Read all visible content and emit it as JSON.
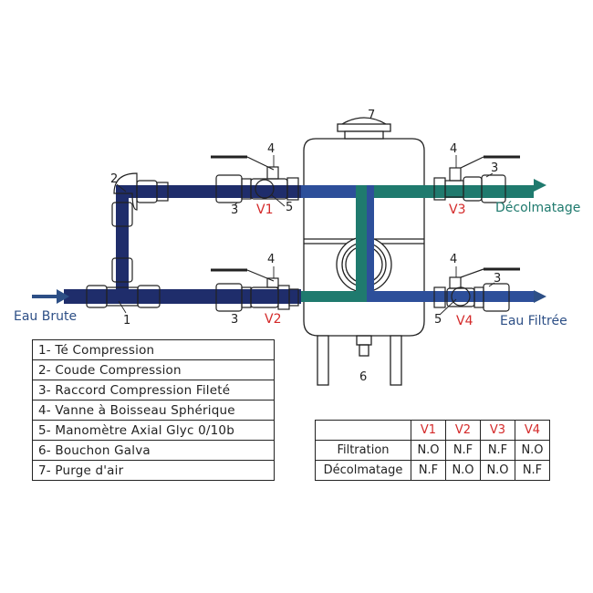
{
  "labels": {
    "eau_brute": "Eau Brute",
    "eau_filtree": "Eau Filtrée",
    "decolmatage": "Décolmatage",
    "v1": "V1",
    "v2": "V2",
    "v3": "V3",
    "v4": "V4",
    "n1": "1",
    "n2": "2",
    "n3a": "3",
    "n3b": "3",
    "n3c": "3",
    "n3d": "3",
    "n4a": "4",
    "n4b": "4",
    "n4c": "4",
    "n4d": "4",
    "n5a": "5",
    "n5b": "5",
    "n6": "6",
    "n7": "7"
  },
  "legend": [
    "1- Té Compression",
    "2- Coude Compression",
    "3- Raccord Compression Fileté",
    "4- Vanne à Boisseau Sphérique",
    "5- Manomètre Axial Glyc 0/10b",
    "6- Bouchon Galva",
    "7- Purge d'air"
  ],
  "valve_table": {
    "headers": [
      "V1",
      "V2",
      "V3",
      "V4"
    ],
    "rows": [
      {
        "label": "Filtration",
        "values": [
          "N.O",
          "N.F",
          "N.F",
          "N.O"
        ]
      },
      {
        "label": "Décolmatage",
        "values": [
          "N.F",
          "N.O",
          "N.O",
          "N.F"
        ]
      }
    ]
  },
  "colors": {
    "dark_blue": "#1f2d6b",
    "mid_blue": "#2d4f9a",
    "teal": "#1f7a6e",
    "red_label": "#d42a2a",
    "outline": "#222222"
  }
}
